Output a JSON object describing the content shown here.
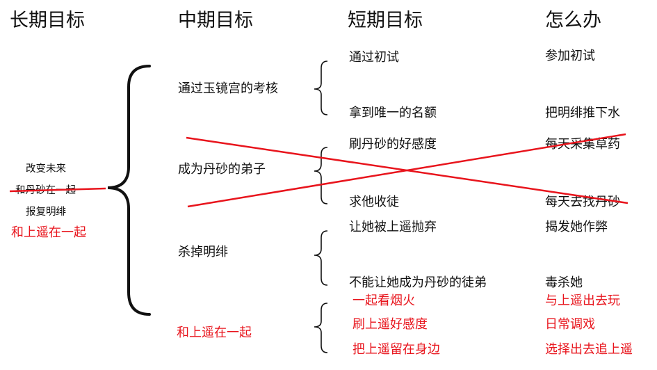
{
  "headers": {
    "long_term": "长期目标",
    "mid_term": "中期目标",
    "short_term": "短期目标",
    "how": "怎么办"
  },
  "long_term_goals": [
    "改变未来",
    "和丹砂在一起",
    "报复明绯",
    "和上遥在一起"
  ],
  "mid_goals": [
    "通过玉镜宫的考核",
    "成为丹砂的弟子",
    "杀掉明绯",
    "和上遥在一起"
  ],
  "short_goals": [
    "通过初试",
    "拿到唯一的名额",
    "刷丹砂的好感度",
    "求他收徒",
    "让她被上遥抛弃",
    "不能让她成为丹砂的徒弟",
    "一起看烟火",
    "刷上遥好感度",
    "把上遥留在身边"
  ],
  "actions": [
    "参加初试",
    "把明绯推下水",
    "每天采集草药",
    "每天去找丹砂",
    "揭发她作弊",
    "毒杀她",
    "与上遥出去玩",
    "日常调戏",
    "选择出去追上遥"
  ],
  "colors": {
    "text": "#111111",
    "accent_red": "#e8141c"
  }
}
